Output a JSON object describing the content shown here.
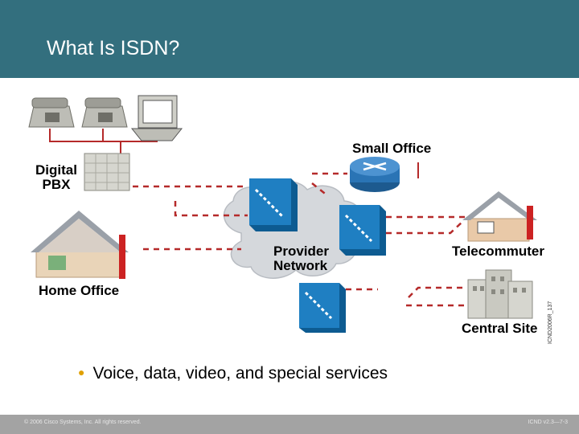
{
  "slide": {
    "title": "What Is ISDN?",
    "bullet": "Voice, data, video, and special services",
    "footer_left": "© 2006 Cisco Systems, Inc. All rights reserved.",
    "footer_right": "ICND v2.3—7-3",
    "figure_code": "ICND2006R_137"
  },
  "diagram": {
    "labels": {
      "digital_pbx": "Digital\nPBX",
      "small_office": "Small Office",
      "provider_network": "Provider\nNetwork",
      "telecommuter": "Telecommuter",
      "home_office": "Home Office",
      "central_site": "Central Site"
    },
    "icons": [
      "telephone-icon",
      "telephone-icon",
      "computer-icon",
      "pbx-icon",
      "router-icon",
      "house-icon",
      "switch-icon",
      "cloud-icon",
      "building-icon"
    ]
  },
  "colors": {
    "header": "#336f7e",
    "link": "#b52a2a",
    "switch": "#1f7fc2",
    "router": "#2a74b5",
    "footer": "#a3a3a3",
    "bullet": "#e0a000"
  }
}
